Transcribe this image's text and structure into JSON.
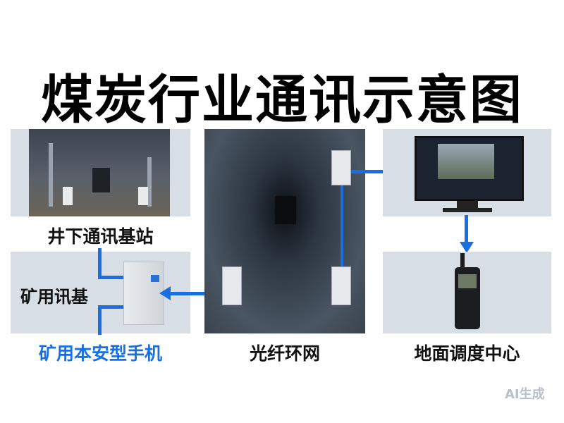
{
  "title": "煤炭行业通讯示意图",
  "labels": {
    "base_station": "井下通讯基站",
    "mine_base": "矿用讯基",
    "phone": "矿用本安型手机",
    "fiber_ring": "光纤环网",
    "dispatch": "地面调度中心"
  },
  "watermark": "AI生成",
  "colors": {
    "accent": "#1a6fe0",
    "panel": "#d7dee6"
  }
}
